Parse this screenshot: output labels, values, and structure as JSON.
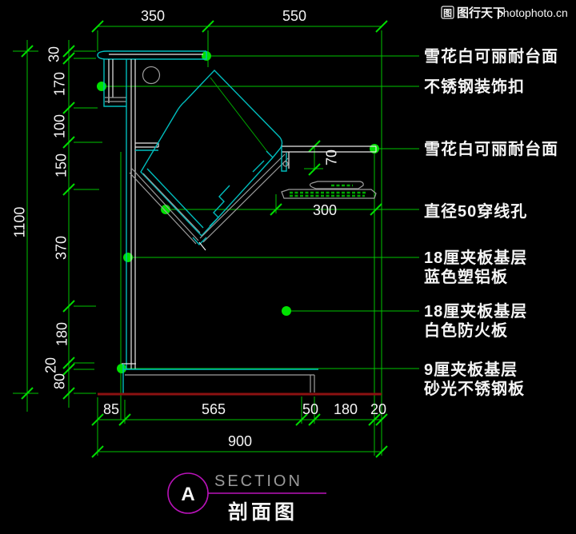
{
  "watermark": {
    "logo_char": "图",
    "brand": "图行天下",
    "site": "photophoto.cn"
  },
  "dims": {
    "top": [
      "350",
      "550"
    ],
    "total_height": "1100",
    "left": [
      "30",
      "170",
      "100",
      "150",
      "370",
      "180",
      "20",
      "80"
    ],
    "bottom": [
      "85",
      "565",
      "50",
      "180",
      "20"
    ],
    "total_width": "900",
    "keyboard_shelf_depth": "300",
    "shelf_edge_height": "70"
  },
  "callouts": [
    {
      "line1": "雪花白可丽耐台面"
    },
    {
      "line1": "不锈钢装饰扣"
    },
    {
      "line1": "雪花白可丽耐台面"
    },
    {
      "line1": "直径50穿线孔"
    },
    {
      "line1": "18厘夹板基层",
      "line2": "蓝色塑铝板"
    },
    {
      "line1": "18厘夹板基层",
      "line2": "白色防火板"
    },
    {
      "line1": "9厘夹板基层",
      "line2": "砂光不锈钢板"
    }
  ],
  "title_block": {
    "marker": "A",
    "title_en": "SECTION",
    "title_zh": "剖面图"
  },
  "colors": {
    "line_green": "#00c300",
    "dot_green": "#00e100",
    "cad_cyan": "#00bcbc",
    "cad_white": "#e8e8e8",
    "cad_gray": "#9c9c9c",
    "floor_red": "#8c1111",
    "magenta": "#b912b9",
    "text_white": "#f5f5f5"
  }
}
